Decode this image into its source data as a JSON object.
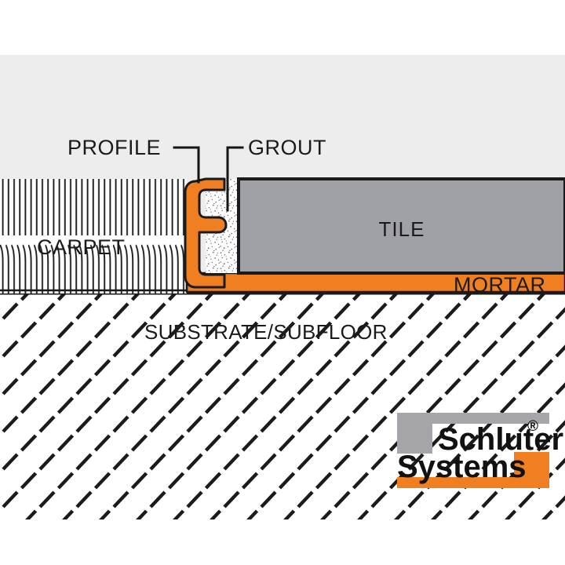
{
  "diagram": {
    "title": "Schluter profile transition cross-section",
    "background_top_color": "#ffffff",
    "background_band_color": "#ededed",
    "labels": {
      "profile": "PROFILE",
      "grout": "GROUT",
      "carpet": "CARPET",
      "tile": "TILE",
      "mortar": "MORTAR",
      "substrate": "SUBSTRATE/SUBFLOOR"
    },
    "materials": {
      "profile_color": "#F07F22",
      "mortar_color": "#F07F22",
      "tile_color": "#a0a0a7",
      "tile_border_color": "#1a1a1a",
      "grout_color": "#fcfcfc",
      "carpet_color": "#fdfdfd",
      "substrate_color": "#ffffff",
      "outline_color": "#1a1a1a"
    }
  },
  "logo": {
    "brand_line1": "Schluter",
    "brand_line2": "Systems",
    "registered_mark": "®",
    "bar_top_color": "#a5a5aa",
    "bar_bottom_color": "#F07F22",
    "text_color": "#111111"
  }
}
